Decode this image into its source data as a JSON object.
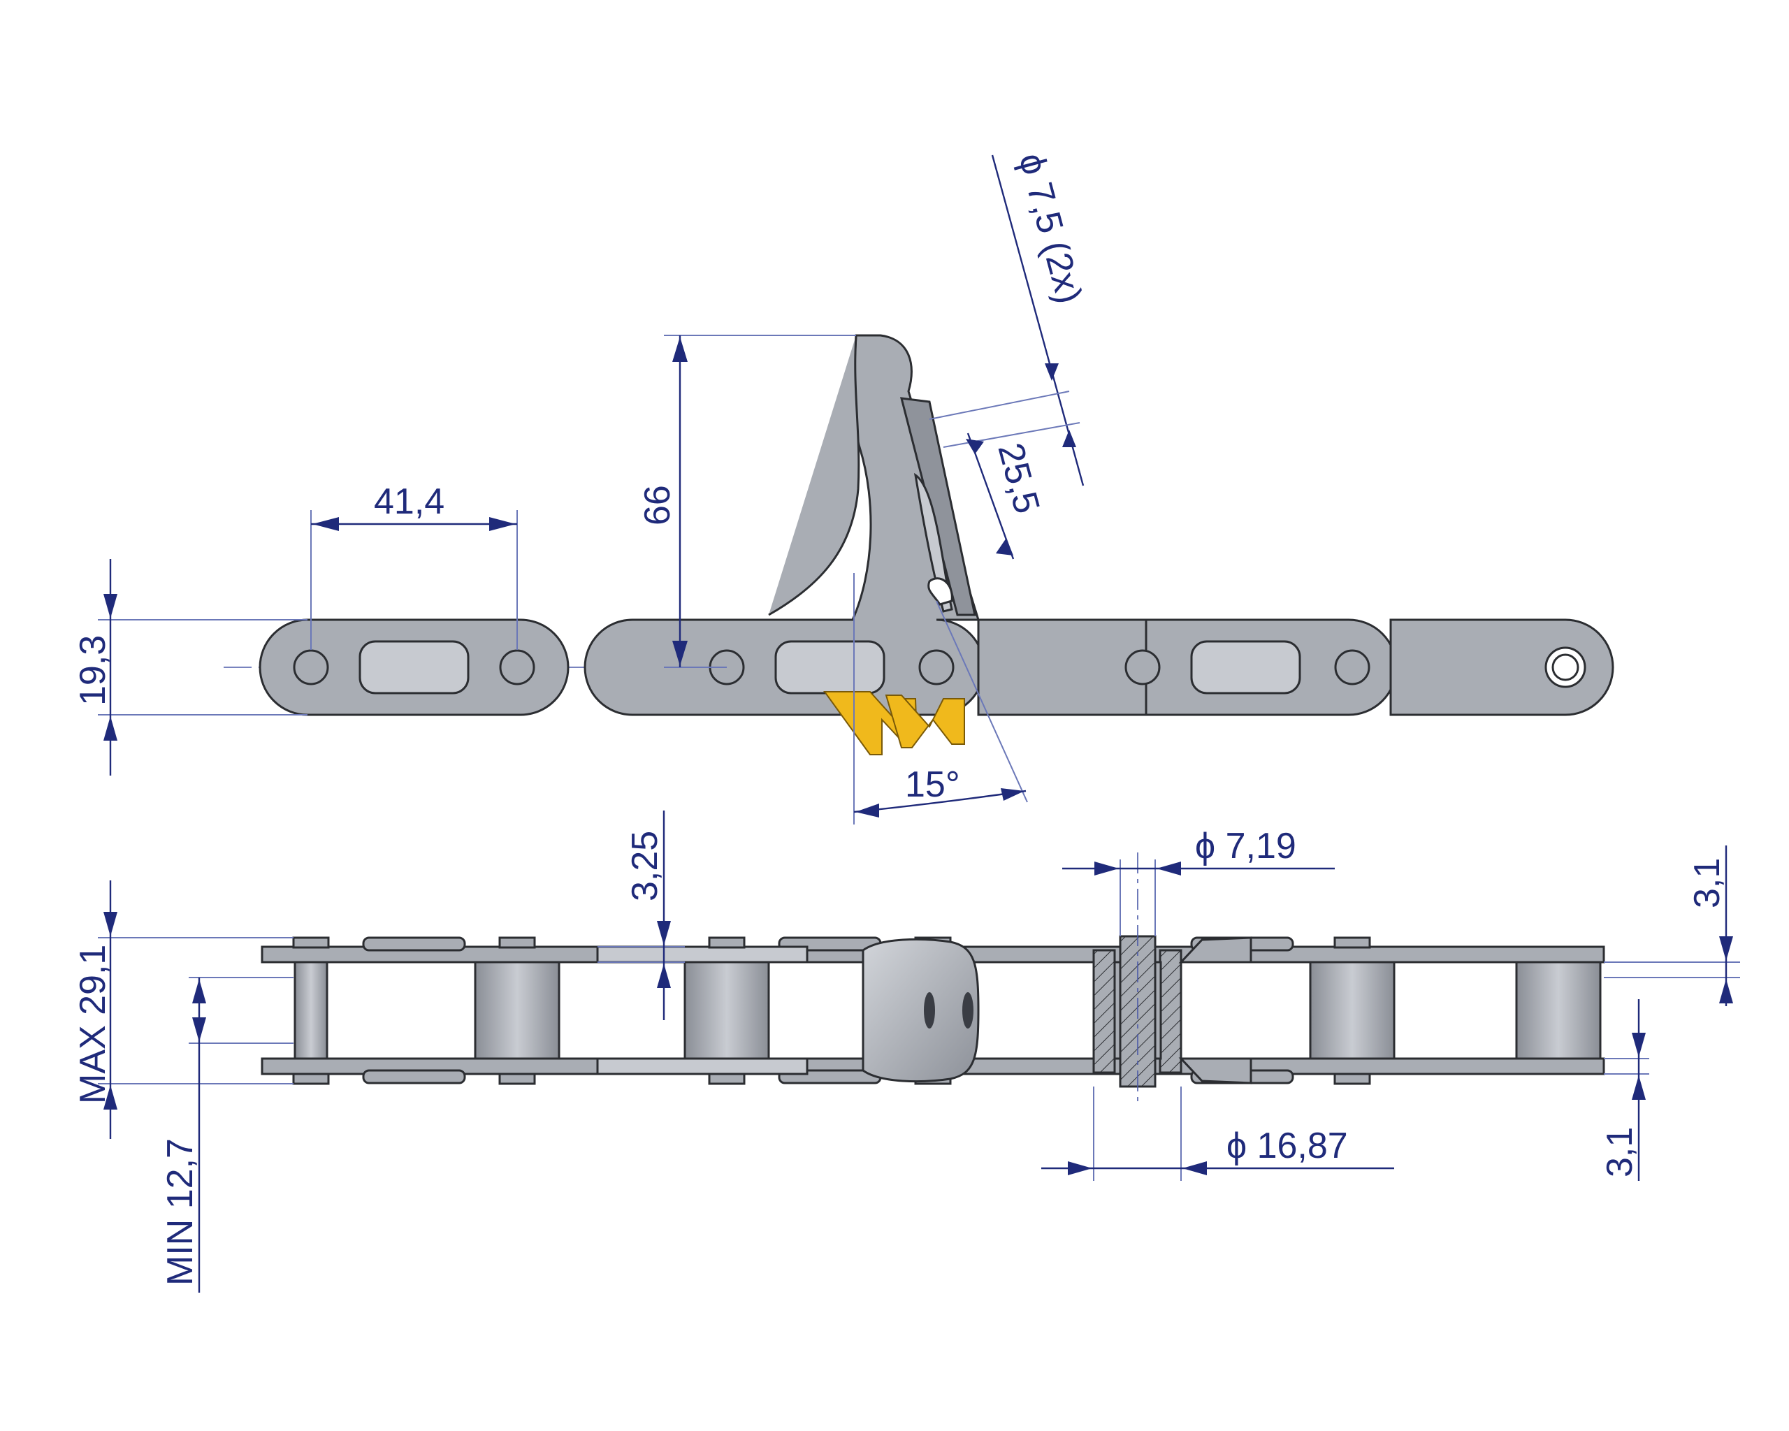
{
  "dimensions": {
    "hole_diameter": "ϕ 7,5 (2x)",
    "hole_spacing": "25,5",
    "attachment_height": "66",
    "pitch": "41,4",
    "plate_height": "19,3",
    "angle": "15°",
    "plate_thickness": "3,25",
    "pin_diameter": "ϕ 7,19",
    "roller_diameter": "ϕ 16,87",
    "max_width": "MAX  29,1",
    "min_width": "MIN  12,7",
    "right_top_thickness": "3,1",
    "right_bottom_thickness": "3,1"
  },
  "colors": {
    "dimension": "#1f2a7a",
    "steel": "#a9adb4",
    "logo": "#f0b91c"
  },
  "logo": {
    "icon": "w-logo-icon",
    "color": "#f0b91c"
  }
}
